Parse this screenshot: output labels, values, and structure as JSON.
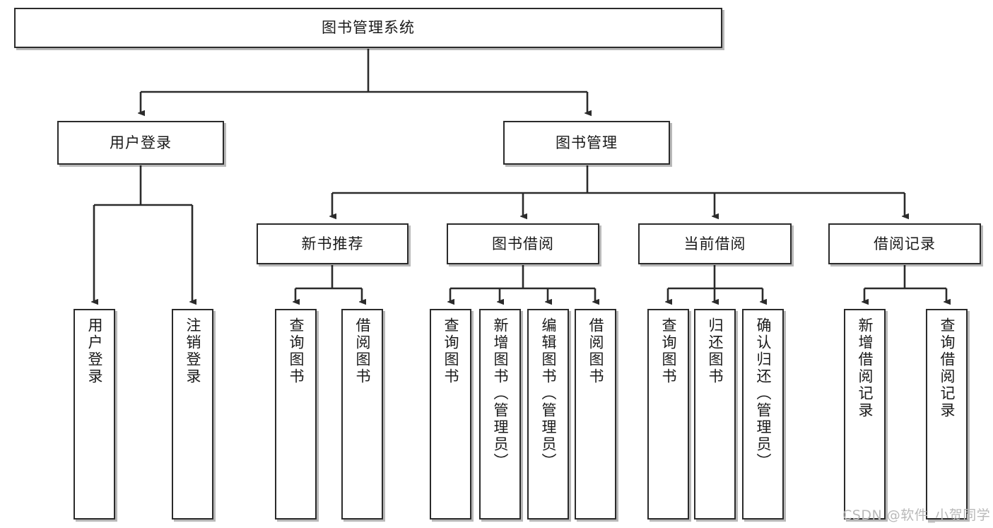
{
  "diagram": {
    "type": "tree",
    "title": "图书管理系统",
    "watermark": "CSDN @软件_小贺同学",
    "colors": {
      "background": "#ffffff",
      "node_border": "#2b2b2b",
      "node_fill": "#ffffff",
      "connector": "#2b2b2b",
      "text": "#1a1a1a",
      "watermark": "#b9b9b9"
    },
    "nodes": {
      "root": {
        "label": "图书管理系统",
        "level": 1,
        "orientation": "horizontal"
      },
      "l2": [
        {
          "id": "user-login",
          "label": "用户登录",
          "level": 2,
          "orientation": "horizontal"
        },
        {
          "id": "book-manage",
          "label": "图书管理",
          "level": 2,
          "orientation": "horizontal"
        }
      ],
      "l3": [
        {
          "id": "new-book-recommend",
          "label": "新书推荐",
          "level": 3,
          "orientation": "horizontal"
        },
        {
          "id": "book-borrow",
          "label": "图书借阅",
          "level": 3,
          "orientation": "horizontal"
        },
        {
          "id": "current-borrow",
          "label": "当前借阅",
          "level": 3,
          "orientation": "horizontal"
        },
        {
          "id": "borrow-record",
          "label": "借阅记录",
          "level": 3,
          "orientation": "horizontal"
        }
      ],
      "leaves": [
        {
          "id": "leaf-user-login",
          "label": "用户登录",
          "parent": "user-login",
          "orientation": "vertical"
        },
        {
          "id": "leaf-user-logout",
          "label": "注销登录",
          "parent": "user-login",
          "orientation": "vertical"
        },
        {
          "id": "leaf-query-book-1",
          "label": "查询图书",
          "parent": "new-book-recommend",
          "orientation": "vertical"
        },
        {
          "id": "leaf-borrow-book-1",
          "label": "借阅图书",
          "parent": "new-book-recommend",
          "orientation": "vertical"
        },
        {
          "id": "leaf-query-book-2",
          "label": "查询图书",
          "parent": "book-borrow",
          "orientation": "vertical"
        },
        {
          "id": "leaf-add-book",
          "label": "新增图书（管理员）",
          "parent": "book-borrow",
          "orientation": "vertical"
        },
        {
          "id": "leaf-edit-book",
          "label": "编辑图书（管理员）",
          "parent": "book-borrow",
          "orientation": "vertical"
        },
        {
          "id": "leaf-borrow-book-2",
          "label": "借阅图书",
          "parent": "book-borrow",
          "orientation": "vertical"
        },
        {
          "id": "leaf-query-book-3",
          "label": "查询图书",
          "parent": "current-borrow",
          "orientation": "vertical"
        },
        {
          "id": "leaf-return-book",
          "label": "归还图书",
          "parent": "current-borrow",
          "orientation": "vertical"
        },
        {
          "id": "leaf-confirm-return",
          "label": "确认归还（管理员）",
          "parent": "current-borrow",
          "orientation": "vertical"
        },
        {
          "id": "leaf-add-record",
          "label": "新增借阅记录",
          "parent": "borrow-record",
          "orientation": "vertical"
        },
        {
          "id": "leaf-query-record",
          "label": "查询借阅记录",
          "parent": "borrow-record",
          "orientation": "vertical"
        }
      ]
    }
  }
}
